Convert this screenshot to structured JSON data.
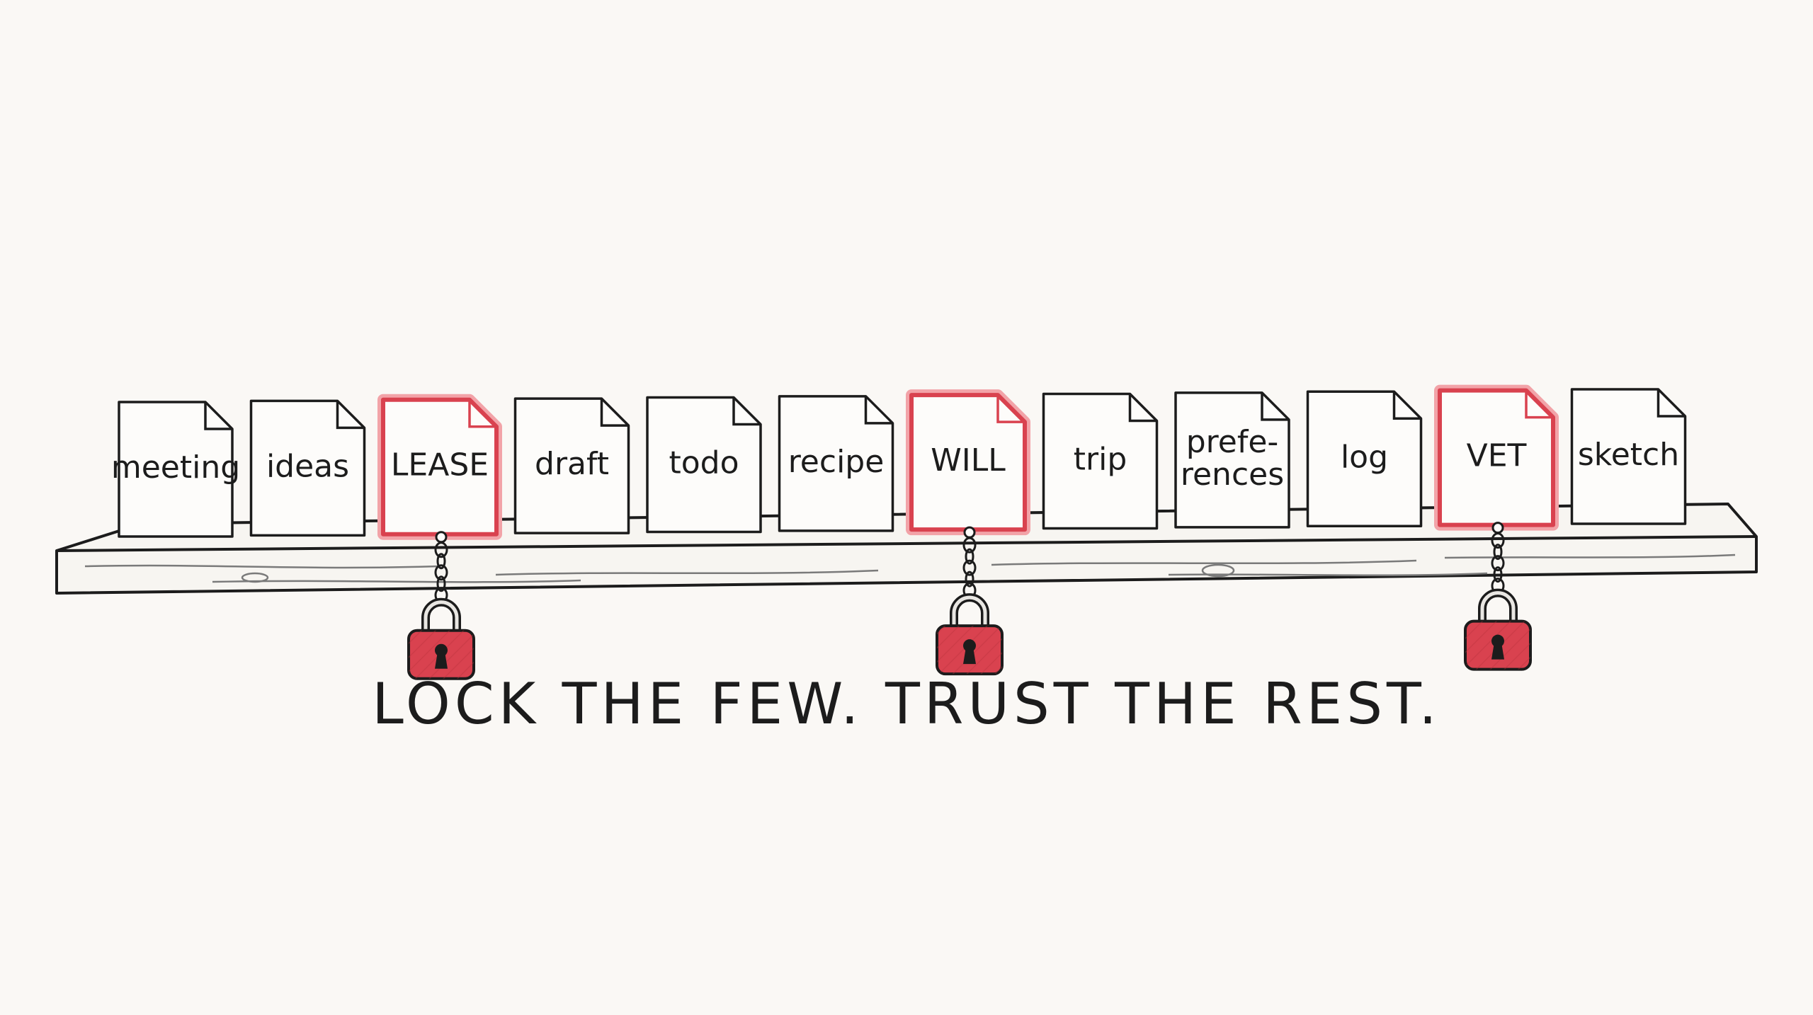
{
  "illustration": {
    "colors": {
      "background": "#faf8f5",
      "ink": "#1c1c1c",
      "paper": "#fdfcfa",
      "shelf": "#f7f5f1",
      "lock_accent": "#d9424f",
      "lock_highlight": "#f2a3a8"
    },
    "documents": [
      {
        "label": "meeting",
        "locked": false
      },
      {
        "label": "ideas",
        "locked": false
      },
      {
        "label": "LEASE",
        "locked": true
      },
      {
        "label": "draft",
        "locked": false
      },
      {
        "label": "todo",
        "locked": false
      },
      {
        "label": "recipe",
        "locked": false
      },
      {
        "label": "WILL",
        "locked": true
      },
      {
        "label": "trip",
        "locked": false
      },
      {
        "label": "prefe-\nrences",
        "locked": false
      },
      {
        "label": "log",
        "locked": false
      },
      {
        "label": "VET",
        "locked": true
      },
      {
        "label": "sketch",
        "locked": false
      }
    ],
    "tagline": "LOCK THE FEW. TRUST THE REST.",
    "icons": {
      "document": "document-icon",
      "padlock": "padlock-icon",
      "chain": "chain-icon",
      "shelf": "wooden-shelf"
    }
  }
}
